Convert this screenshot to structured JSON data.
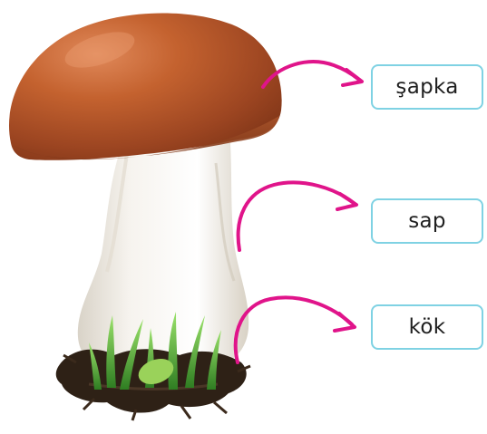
{
  "labels": {
    "cap": "şapka",
    "stem": "sap",
    "root": "kök"
  },
  "colors": {
    "arrow": "#e0148a",
    "label_border": "#7fd2e3",
    "cap": "#b8552d",
    "stem": "#eeeae2",
    "grass": "#5dbb3b",
    "soil": "#2e2116"
  }
}
